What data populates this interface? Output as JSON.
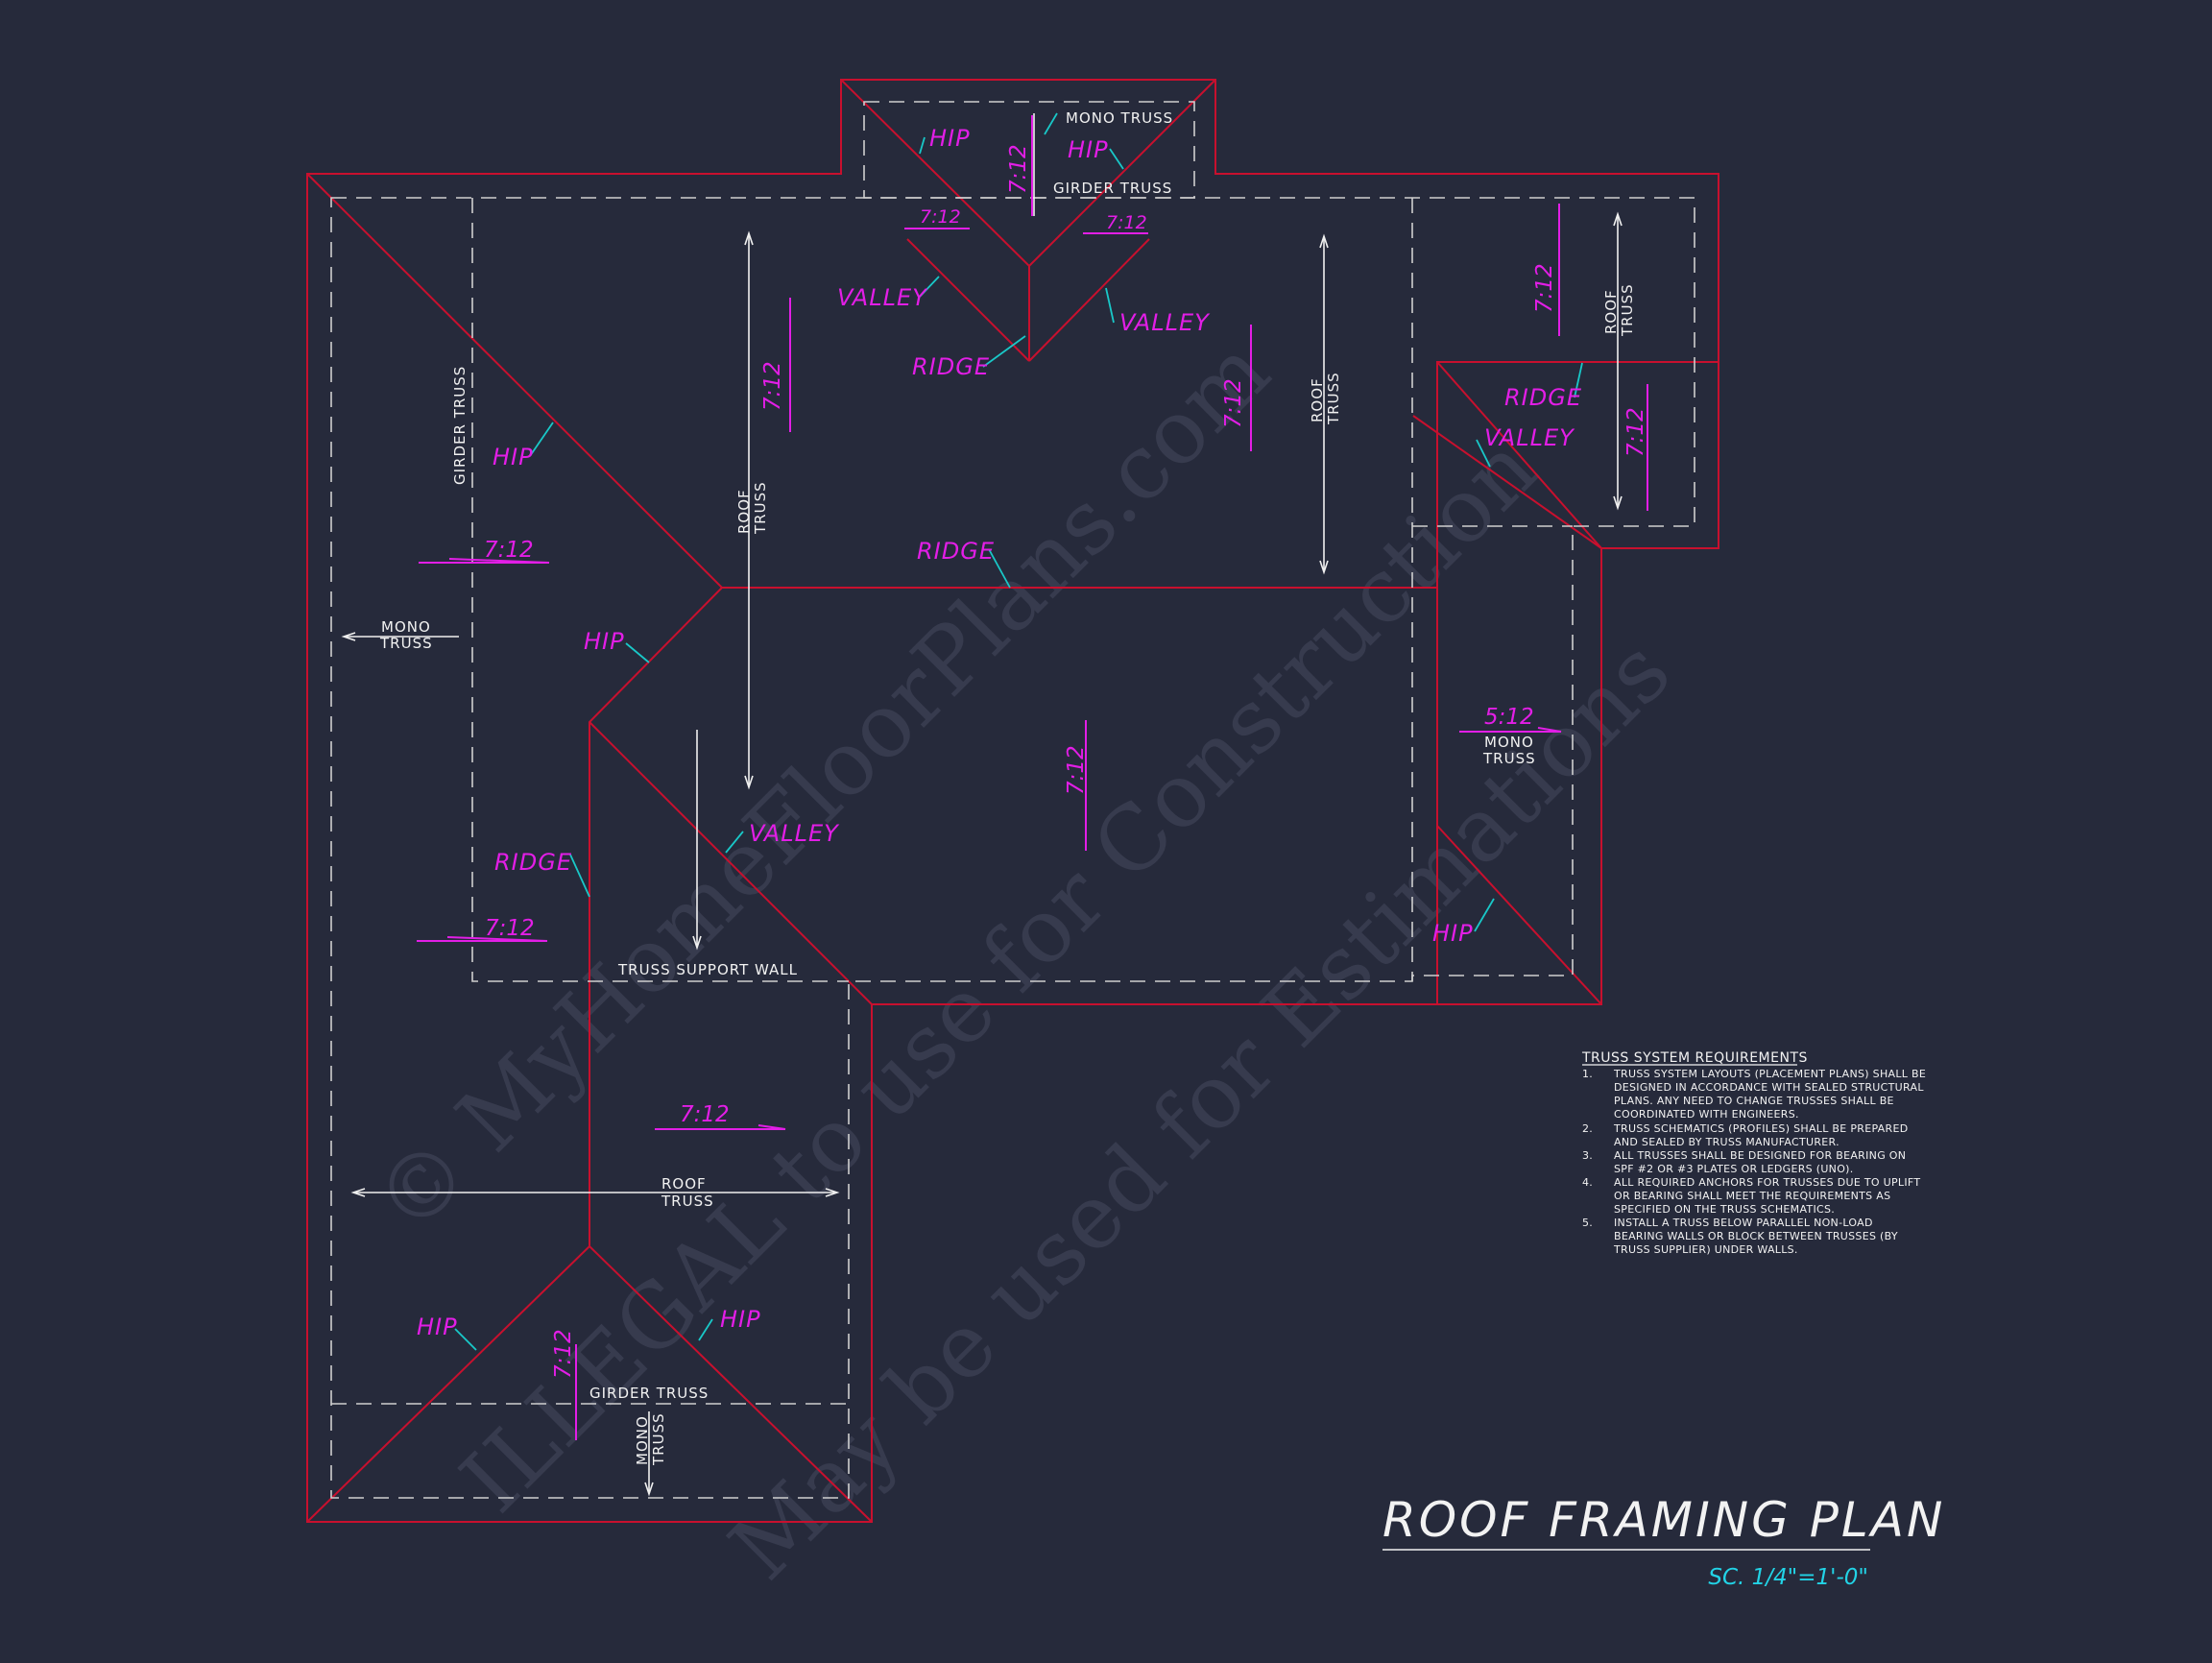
{
  "plan": {
    "title": "ROOF FRAMING PLAN",
    "scale": "SC. 1/4\"=1'-0\""
  },
  "watermark": {
    "line1": "© MyHomeFloorPlans.com",
    "line2": "ILLEGAL to use for Construction",
    "line3": "May be used for Estimations"
  },
  "labels": {
    "hip": "HIP",
    "valley": "VALLEY",
    "ridge": "RIDGE",
    "pitch": "7:12",
    "pitch_5": "5:12",
    "mono": "MONO",
    "roof": "ROOF",
    "truss": "TRUSS",
    "mono_truss": "MONO TRUSS",
    "girder_truss": "GIRDER TRUSS",
    "truss_support_wall": "TRUSS SUPPORT WALL"
  },
  "requirements": {
    "title": "TRUSS SYSTEM REQUIREMENTS",
    "items": [
      {
        "num": "1.",
        "lines": [
          "TRUSS SYSTEM LAYOUTS (PLACEMENT PLANS) SHALL BE",
          "DESIGNED IN ACCORDANCE WITH SEALED STRUCTURAL",
          "PLANS. ANY NEED TO CHANGE TRUSSES SHALL BE",
          "COORDINATED WITH  ENGINEERS."
        ]
      },
      {
        "num": "2.",
        "lines": [
          "TRUSS SCHEMATICS (PROFILES) SHALL BE PREPARED",
          "AND SEALED BY TRUSS MANUFACTURER."
        ]
      },
      {
        "num": "3.",
        "lines": [
          "ALL TRUSSES SHALL BE DESIGNED FOR BEARING ON",
          "SPF #2 OR #3 PLATES OR LEDGERS (UNO)."
        ]
      },
      {
        "num": "4.",
        "lines": [
          "ALL REQUIRED ANCHORS FOR TRUSSES DUE TO UPLIFT",
          "OR BEARING SHALL MEET THE REQUIREMENTS AS",
          "SPECIFIED ON THE TRUSS SCHEMATICS."
        ]
      },
      {
        "num": "5.",
        "lines": [
          "INSTALL A TRUSS BELOW PARALLEL NON-LOAD",
          "BEARING WALLS OR BLOCK BETWEEN TRUSSES (BY",
          "TRUSS SUPPLIER) UNDER WALLS."
        ]
      }
    ]
  },
  "colors": {
    "background": "#262a3b",
    "roof_lines": "#c8102e",
    "labels": "#e21ee6",
    "leaders": "#19c8c8",
    "text": "#f2f2f2"
  }
}
